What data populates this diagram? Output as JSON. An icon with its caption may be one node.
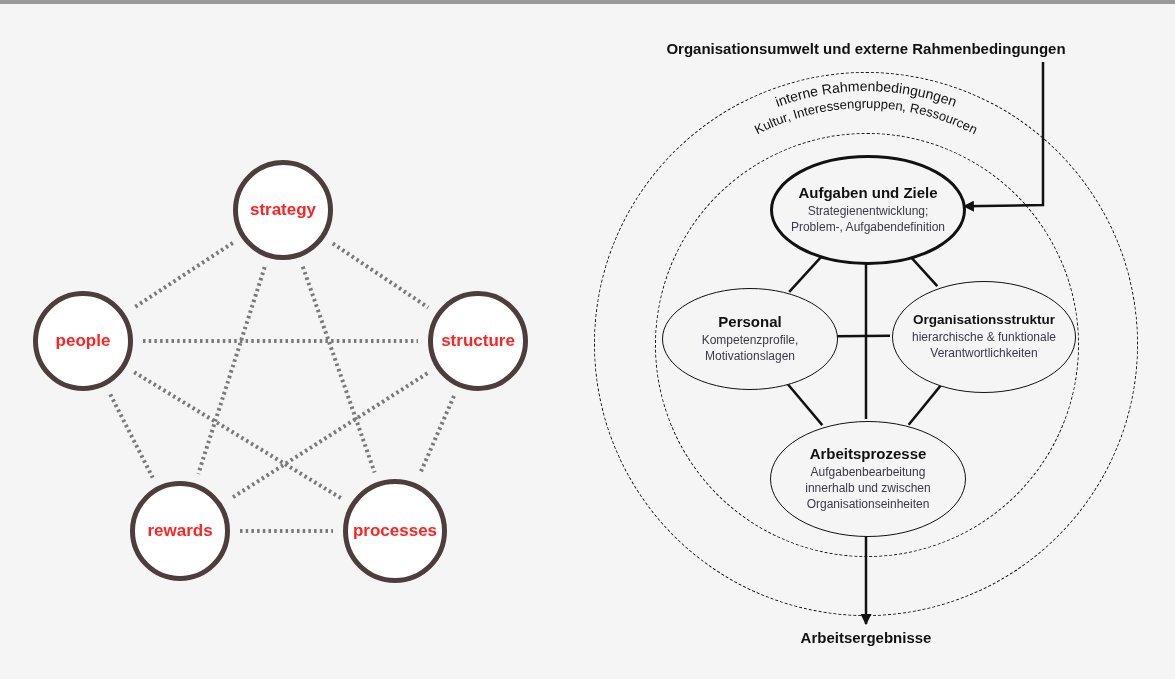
{
  "diagram": {
    "nodes": [
      {
        "text": [
          "strategy"
        ]
      },
      {
        "text": [
          "people"
        ]
      },
      {
        "text": [
          "structure"
        ]
      },
      {
        "text": [
          "rewards"
        ]
      },
      {
        "text": [
          "processes"
        ]
      },
      {
        "text": [
          "interne Rahmenbedingungen",
          "Kultur, Interessengruppen, Ressourcen"
        ]
      },
      {
        "text": [],
        "shape": "circle",
        "in": 5
      },
      {
        "text": [
          "Aufgaben und Ziele",
          "Strategienentwicklung; Problem-, Aufgabendefinition"
        ],
        "in": 6
      },
      {
        "text": [
          "Personal",
          "Kompetenzprofile, Motivationslagen"
        ],
        "in": 6
      },
      {
        "text": [
          "Organisationsstruktur",
          "hierarchische & funktionale Verantwortlichkeiten"
        ],
        "in": 6
      },
      {
        "text": [
          "Arbeitsprozesse",
          "Aufgabenbearbeitung innerhalb und zwischen Organisationseinheiten"
        ],
        "in": 6
      },
      {
        "text": [
          "Organisationsumwelt und externe Rahmenbedingungen"
        ]
      },
      {
        "text": [
          "Arbeitsergebnisse"
        ]
      }
    ],
    "edges": [
      {
        "from": 0,
        "to": 1,
        "arrow": "none",
        "style": "dashed"
      },
      {
        "from": 0,
        "to": 2,
        "arrow": "none",
        "style": "dashed"
      },
      {
        "from": 0,
        "to": 3,
        "arrow": "none",
        "style": "dashed"
      },
      {
        "from": 0,
        "to": 4,
        "arrow": "none",
        "style": "dashed"
      },
      {
        "from": 1,
        "to": 2,
        "arrow": "none",
        "style": "dashed"
      },
      {
        "from": 1,
        "to": 3,
        "arrow": "none",
        "style": "dashed"
      },
      {
        "from": 1,
        "to": 4,
        "arrow": "none",
        "style": "dashed"
      },
      {
        "from": 2,
        "to": 3,
        "arrow": "none",
        "style": "dashed"
      },
      {
        "from": 2,
        "to": 4,
        "arrow": "none",
        "style": "dashed"
      },
      {
        "from": 3,
        "to": 4,
        "arrow": "none",
        "style": "dashed"
      },
      {
        "from": 7,
        "to": 8,
        "arrow": "none",
        "color": "#111111"
      },
      {
        "from": 7,
        "to": 9,
        "arrow": "none",
        "color": "#111111"
      },
      {
        "from": 7,
        "to": 10,
        "arrow": "none",
        "color": "#111111"
      },
      {
        "from": 8,
        "to": 9,
        "arrow": "none",
        "color": "#111111"
      },
      {
        "from": 8,
        "to": 10,
        "arrow": "none",
        "color": "#111111"
      },
      {
        "from": 9,
        "to": 10,
        "arrow": "none",
        "color": "#111111"
      },
      {
        "from": 11,
        "to": 7,
        "arrow": "to",
        "color": "#111111"
      },
      {
        "from": 10,
        "to": 12,
        "arrow": "to",
        "color": "#111111"
      }
    ]
  }
}
